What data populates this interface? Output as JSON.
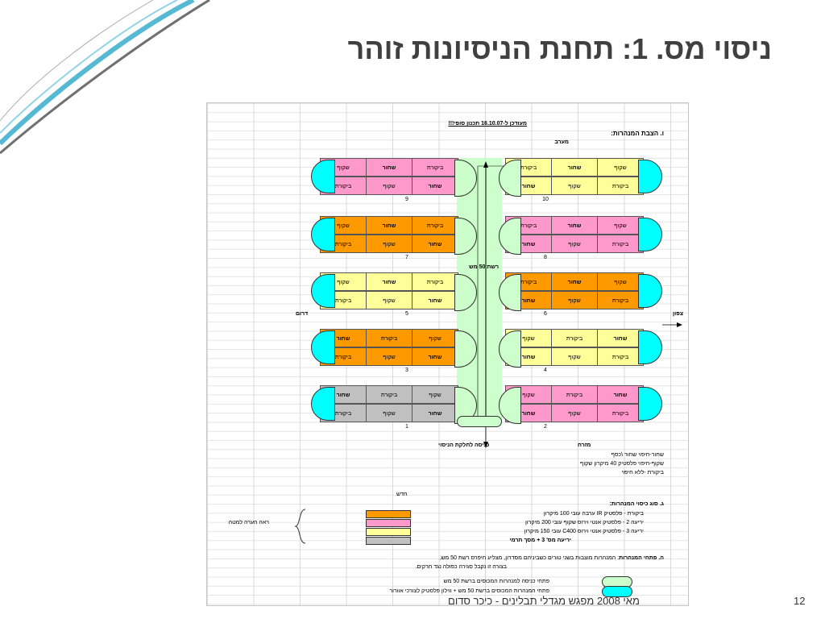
{
  "slide": {
    "title": "ניסוי מס. 1: תחנת הניסיונות זוהר",
    "footer": "מאי 2008     מפגש מגדלי תבלינים - כיכר סדום",
    "page_number": "12"
  },
  "sheet": {
    "updated_note": "מעודכן ל-16.10.07 תכנון סופי!!!",
    "placement_header": "ו. הצבת המנהרות:",
    "west": "מערב",
    "south": "דרום",
    "north": "צפון",
    "east": "מזרח",
    "net_label": "רשת 50 מש",
    "entrance_label": "כניסה לחלקת הניסוי",
    "legend": {
      "black_line": "שחור-חיפוי שחור \\כסף",
      "clear_line": "שקוף-חיפוי פלסטיק 40 מיקרון שקוף",
      "control_line": "ביקורת -ללא חיפוי"
    },
    "new_label": "חדש",
    "cover_header": "ג. סוג כיסוי המנהרות:",
    "cover_types": [
      "ביקורת - פלסטיק IR ערבה עובי  100 מיקרון",
      "יריעה 2 - פלסטיק אנטי וירוס שקוף עובי 200 מיקרון",
      "יריעה 3 - פלסטיק אנטי וירוס C400  עובי 150 מיקרון",
      "יריעה מס' 3   +  מסך תרמי"
    ],
    "see_note": "ראה הערה למטה",
    "openings_header": "ה. פתחי המנהרות",
    "openings_text_1": ": המנהרות מוצבות בשני טורים כשביניהם מסדרון, מצליע חיפרס רשת 50 מש,",
    "openings_text_2": "בצורה זו נקבל סגירה כפולה נגד חרקים.",
    "opening_50": "פתחי כניסה למנהרות המכוסים ברשת 50 מש",
    "opening_plus": "פתחי המנהרות המכוסים ברשת 50 מש + ווילון פלסטיק לצורכי אוורור"
  },
  "tunnels": {
    "left": [
      {
        "number": "9",
        "color": "#ff99cc",
        "top": [
          "שקוף",
          "שחור",
          "ביקורת"
        ],
        "bottom": [
          "ביקורת",
          "שקוף",
          "שחור"
        ]
      },
      {
        "number": "7",
        "color": "#ff9900",
        "top": [
          "שקוף",
          "שחור",
          "ביקורת"
        ],
        "bottom": [
          "ביקורת",
          "שקוף",
          "שחור"
        ]
      },
      {
        "number": "5",
        "color": "#ffff99",
        "top": [
          "שקוף",
          "שחור",
          "ביקורת"
        ],
        "bottom": [
          "ביקורת",
          "שקוף",
          "שחור"
        ]
      },
      {
        "number": "3",
        "color": "#ff9900",
        "top": [
          "שחור",
          "ביקורת",
          "שקוף"
        ],
        "bottom": [
          "ביקורת",
          "שקוף",
          "שחור"
        ]
      },
      {
        "number": "1",
        "color": "#c0c0c0",
        "top": [
          "שחור",
          "ביקורת",
          "שקוף"
        ],
        "bottom": [
          "ביקורת",
          "שקוף",
          "שחור"
        ]
      }
    ],
    "right": [
      {
        "number": "10",
        "color": "#ffff99",
        "top": [
          "ביקורת",
          "שחור",
          "שקוף"
        ],
        "bottom": [
          "שחור",
          "שקוף",
          "ביקורת"
        ]
      },
      {
        "number": "8",
        "color": "#ff99cc",
        "top": [
          "ביקורת",
          "שחור",
          "שקוף"
        ],
        "bottom": [
          "שחור",
          "שקוף",
          "ביקורת"
        ]
      },
      {
        "number": "6",
        "color": "#ff9900",
        "top": [
          "ביקורת",
          "שחור",
          "שקוף"
        ],
        "bottom": [
          "שחור",
          "שקוף",
          "ביקורת"
        ]
      },
      {
        "number": "4",
        "color": "#ffff99",
        "top": [
          "שקוף",
          "ביקורת",
          "שחור"
        ],
        "bottom": [
          "שחור",
          "שקוף",
          "ביקורת"
        ]
      },
      {
        "number": "2",
        "color": "#ff99cc",
        "top": [
          "שקוף",
          "ביקורת",
          "שחור"
        ],
        "bottom": [
          "שחור",
          "שקוף",
          "ביקורת"
        ]
      }
    ]
  },
  "colors": {
    "orange": "#ff9900",
    "pink": "#ff99cc",
    "yellow": "#ffff99",
    "gray": "#c0c0c0",
    "cap_cyan": "#00ffff",
    "cap_green": "#ccffcc",
    "corridor": "#ccffcc"
  }
}
